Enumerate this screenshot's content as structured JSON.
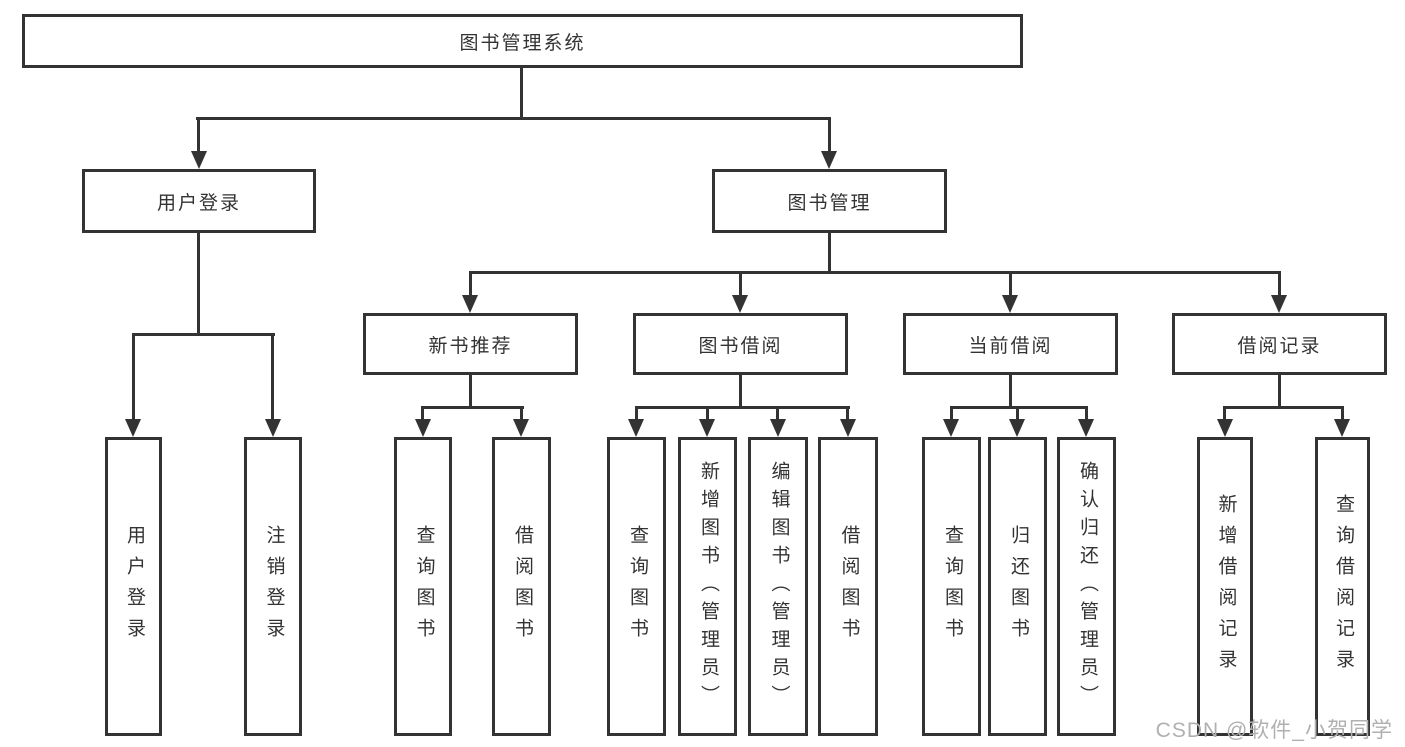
{
  "nodes": {
    "root": "图书管理系统",
    "userLogin": "用户登录",
    "bookMgmt": "图书管理",
    "ulLogin": "用户登录",
    "ulLogout": "注销登录",
    "newBookRec": "新书推荐",
    "bookBorrow": "图书借阅",
    "currentBorrow": "当前借阅",
    "borrowRecord": "借阅记录",
    "nbQuery": "查询图书",
    "nbBorrow": "借阅图书",
    "bbQuery": "查询图书",
    "bbAdd": "新增图书（管理员）",
    "bbEdit": "编辑图书（管理员）",
    "bbBorrow": "借阅图书",
    "cbQuery": "查询图书",
    "cbReturn": "归还图书",
    "cbConfirm": "确认归还（管理员）",
    "brAdd": "新增借阅记录",
    "brQuery": "查询借阅记录"
  },
  "edges": [
    [
      "root",
      "userLogin"
    ],
    [
      "root",
      "bookMgmt"
    ],
    [
      "userLogin",
      "ulLogin"
    ],
    [
      "userLogin",
      "ulLogout"
    ],
    [
      "bookMgmt",
      "newBookRec"
    ],
    [
      "bookMgmt",
      "bookBorrow"
    ],
    [
      "bookMgmt",
      "currentBorrow"
    ],
    [
      "bookMgmt",
      "borrowRecord"
    ],
    [
      "newBookRec",
      "nbQuery"
    ],
    [
      "newBookRec",
      "nbBorrow"
    ],
    [
      "bookBorrow",
      "bbQuery"
    ],
    [
      "bookBorrow",
      "bbAdd"
    ],
    [
      "bookBorrow",
      "bbEdit"
    ],
    [
      "bookBorrow",
      "bbBorrow"
    ],
    [
      "currentBorrow",
      "cbQuery"
    ],
    [
      "currentBorrow",
      "cbReturn"
    ],
    [
      "currentBorrow",
      "cbConfirm"
    ],
    [
      "borrowRecord",
      "brAdd"
    ],
    [
      "borrowRecord",
      "brQuery"
    ]
  ],
  "watermark": "CSDN @软件_小贺同学",
  "colors": {
    "line": "#333333",
    "text": "#333333",
    "watermark": "#b0b0b0",
    "background": "#ffffff"
  }
}
